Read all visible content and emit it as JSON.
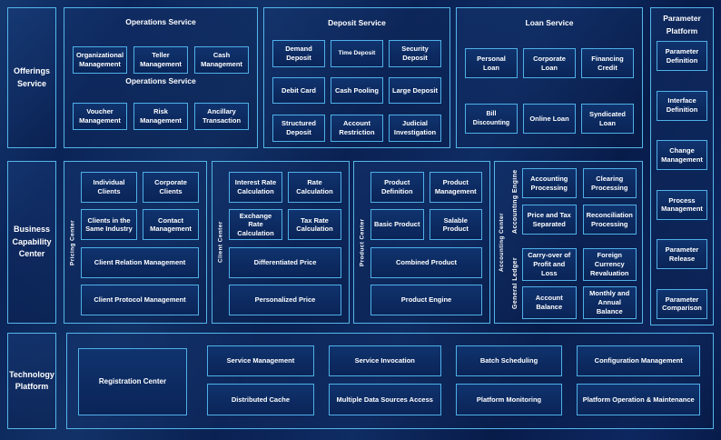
{
  "colors": {
    "background": "#0a2159",
    "accent_border": "#4fb0e8",
    "box_fill": "#0b2a63",
    "text": "#ffffff"
  },
  "sections": {
    "offerings": {
      "label": "Offerings Service"
    },
    "operations": {
      "title": "Operations Service",
      "subtitle": "Operations Service",
      "items": [
        "Organizational Management",
        "Teller Management",
        "Cash Management",
        "Voucher Management",
        "Risk Management",
        "Ancillary Transaction"
      ]
    },
    "deposit": {
      "title": "Deposit Service",
      "items": [
        "Demand Deposit",
        "Time Deposit",
        "Security Deposit",
        "Debit Card",
        "Cash Pooling",
        "Large Deposit",
        "Structured Deposit",
        "Account Restriction",
        "Judicial Investigation"
      ]
    },
    "loan": {
      "title": "Loan Service",
      "items": [
        "Personal Loan",
        "Corporate Loan",
        "Financing Credit",
        "Bill Discounting",
        "Online Loan",
        "Syndicated Loan"
      ]
    },
    "parameter": {
      "title": "Parameter Platform",
      "items": [
        "Parameter Definition",
        "Interface Definition",
        "Change Management",
        "Process Management",
        "Parameter Release",
        "Parameter Comparison"
      ]
    },
    "bcc": {
      "label": "Business Capability Center"
    },
    "pricing": {
      "label": "Pricing Center",
      "items": [
        "Individual Clients",
        "Corporate Clients",
        "Clients in the Same Industry",
        "Contact Management"
      ],
      "wide": [
        "Client Relation Management",
        "Client Protocol Management"
      ]
    },
    "client": {
      "label": "Client Center",
      "items": [
        "Interest Rate Calculation",
        "Rate Calculation",
        "Exchange Rate Calculation",
        "Tax Rate Calculation"
      ],
      "wide": [
        "Differentiated Price",
        "Personalized Price"
      ]
    },
    "product": {
      "label": "Product Center",
      "items": [
        "Product Definition",
        "Product Management",
        "Basic Product",
        "Salable Product"
      ],
      "wide": [
        "Combined Product",
        "Product Engine"
      ]
    },
    "accounting": {
      "label": "Accounting Center",
      "engine_label": "Accounting Engine",
      "engine_items": [
        "Accounting Processing",
        "Clearing Processing",
        "Price and Tax Separated",
        "Reconciliation Processing"
      ],
      "ledger_label": "General Ledger",
      "ledger_items": [
        "Carry-over of Profit and Loss",
        "Foreign Currency Revaluation",
        "Account Balance",
        "Monthly and Annual Balance"
      ]
    },
    "technology": {
      "label": "Technology Platform",
      "registration": "Registration Center",
      "row1": [
        "Service Management",
        "Service Invocation",
        "Batch Scheduling",
        "Configuration Management"
      ],
      "row2": [
        "Distributed Cache",
        "Multiple Data Sources Access",
        "Platform Monitoring",
        "Platform Operation & Maintenance"
      ]
    }
  }
}
